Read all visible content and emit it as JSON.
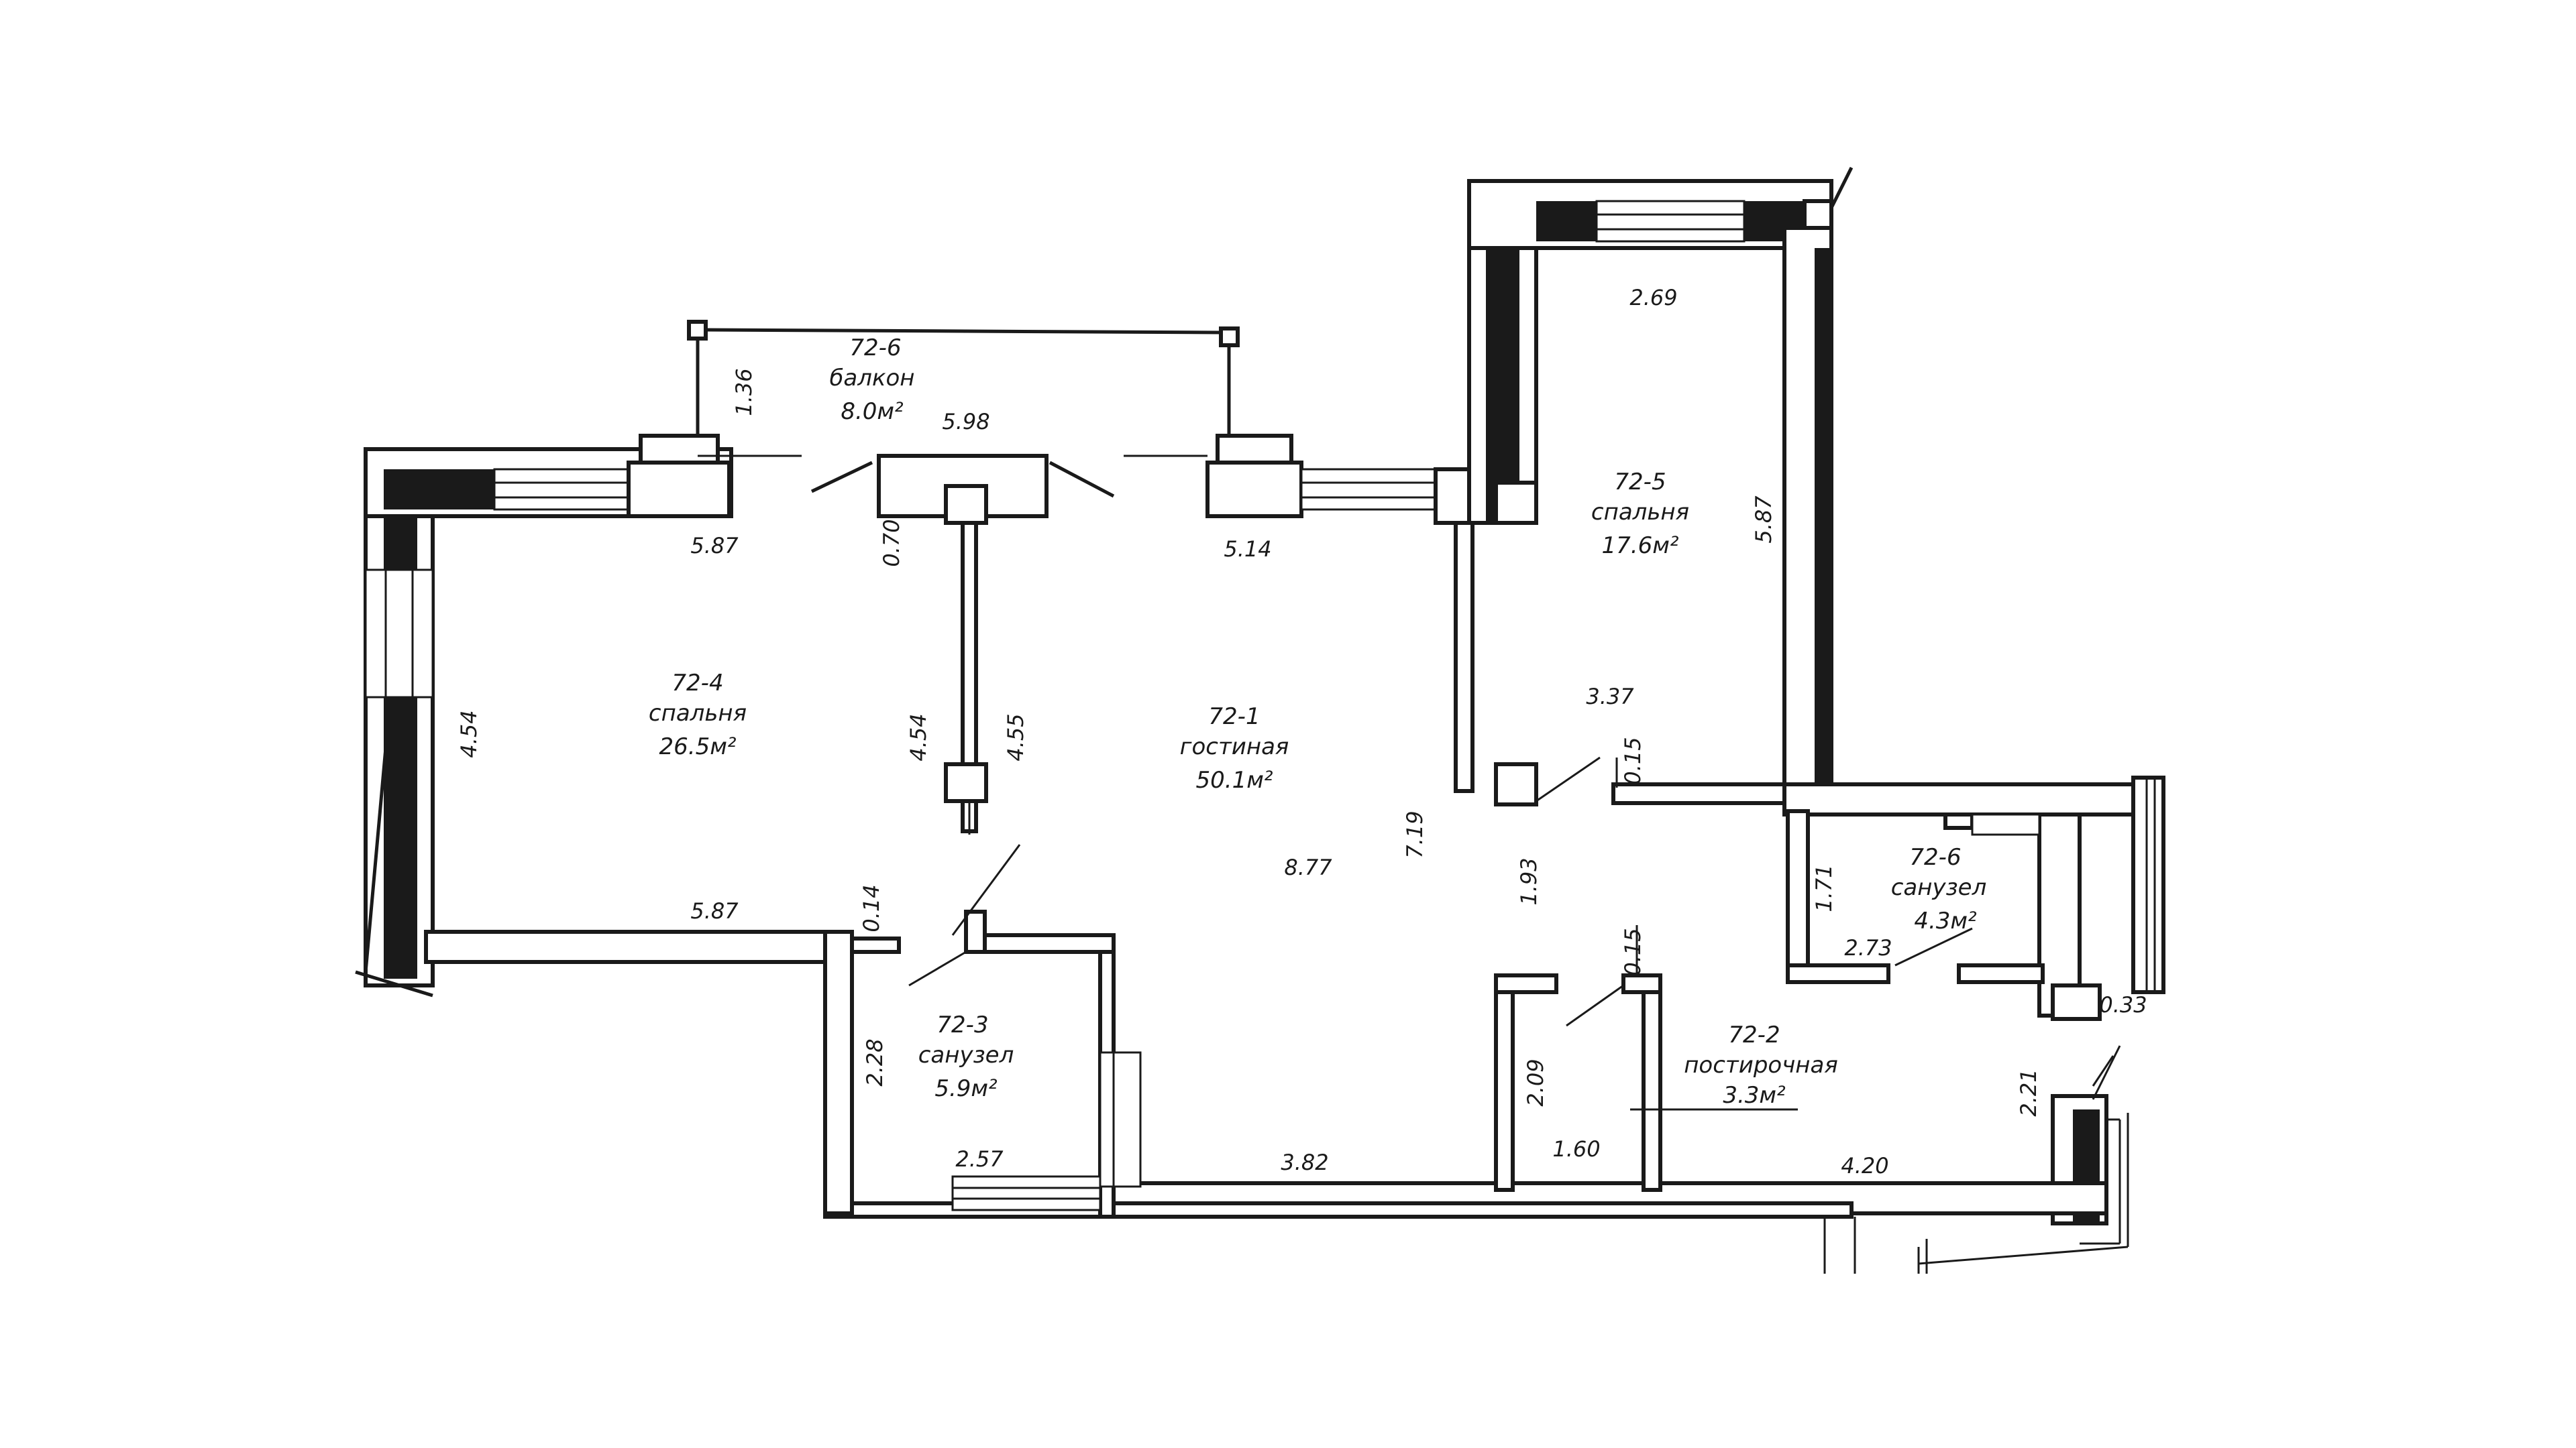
{
  "rooms": [
    {
      "id": "72-1",
      "name": "гостиная",
      "area": "50.1м²"
    },
    {
      "id": "72-2",
      "name": "постирочная",
      "area": "3.3м²"
    },
    {
      "id": "72-3",
      "name": "санузел",
      "area": "5.9м²"
    },
    {
      "id": "72-4",
      "name": "спальня",
      "area": "26.5м²"
    },
    {
      "id": "72-5",
      "name": "спальня",
      "area": "17.6м²"
    },
    {
      "id": "72-6a",
      "label": "72-6",
      "name": "балкон",
      "area": "8.0м²"
    },
    {
      "id": "72-6b",
      "label": "72-6",
      "name": "санузел",
      "area": "4.3м²"
    }
  ],
  "dimensions": {
    "balcony_depth": "1.36",
    "balcony_width": "5.98",
    "r4_top": "5.87",
    "r4_bottom": "5.87",
    "r4_left": "4.54",
    "r4_right": "4.54",
    "partition_gap": "0.70",
    "partition_len": "4.55",
    "living_top": "5.14",
    "living_width": "8.77",
    "living_depth": "7.19",
    "corridor": "1.93",
    "r5_top": "2.69",
    "r5_right": "5.87",
    "r5_bottom": "3.37",
    "wall_015_a": "0.15",
    "wall_015_b": "0.15",
    "wall_014": "0.14",
    "r3_height": "2.28",
    "r3_bottom": "2.57",
    "bottom_mid": "3.82",
    "r2_height": "2.09",
    "r2_width": "1.60",
    "bottom_right": "4.20",
    "right_depth": "2.21",
    "r6_height": "1.71",
    "r6_width": "2.73",
    "r6_offset": "0.33"
  }
}
